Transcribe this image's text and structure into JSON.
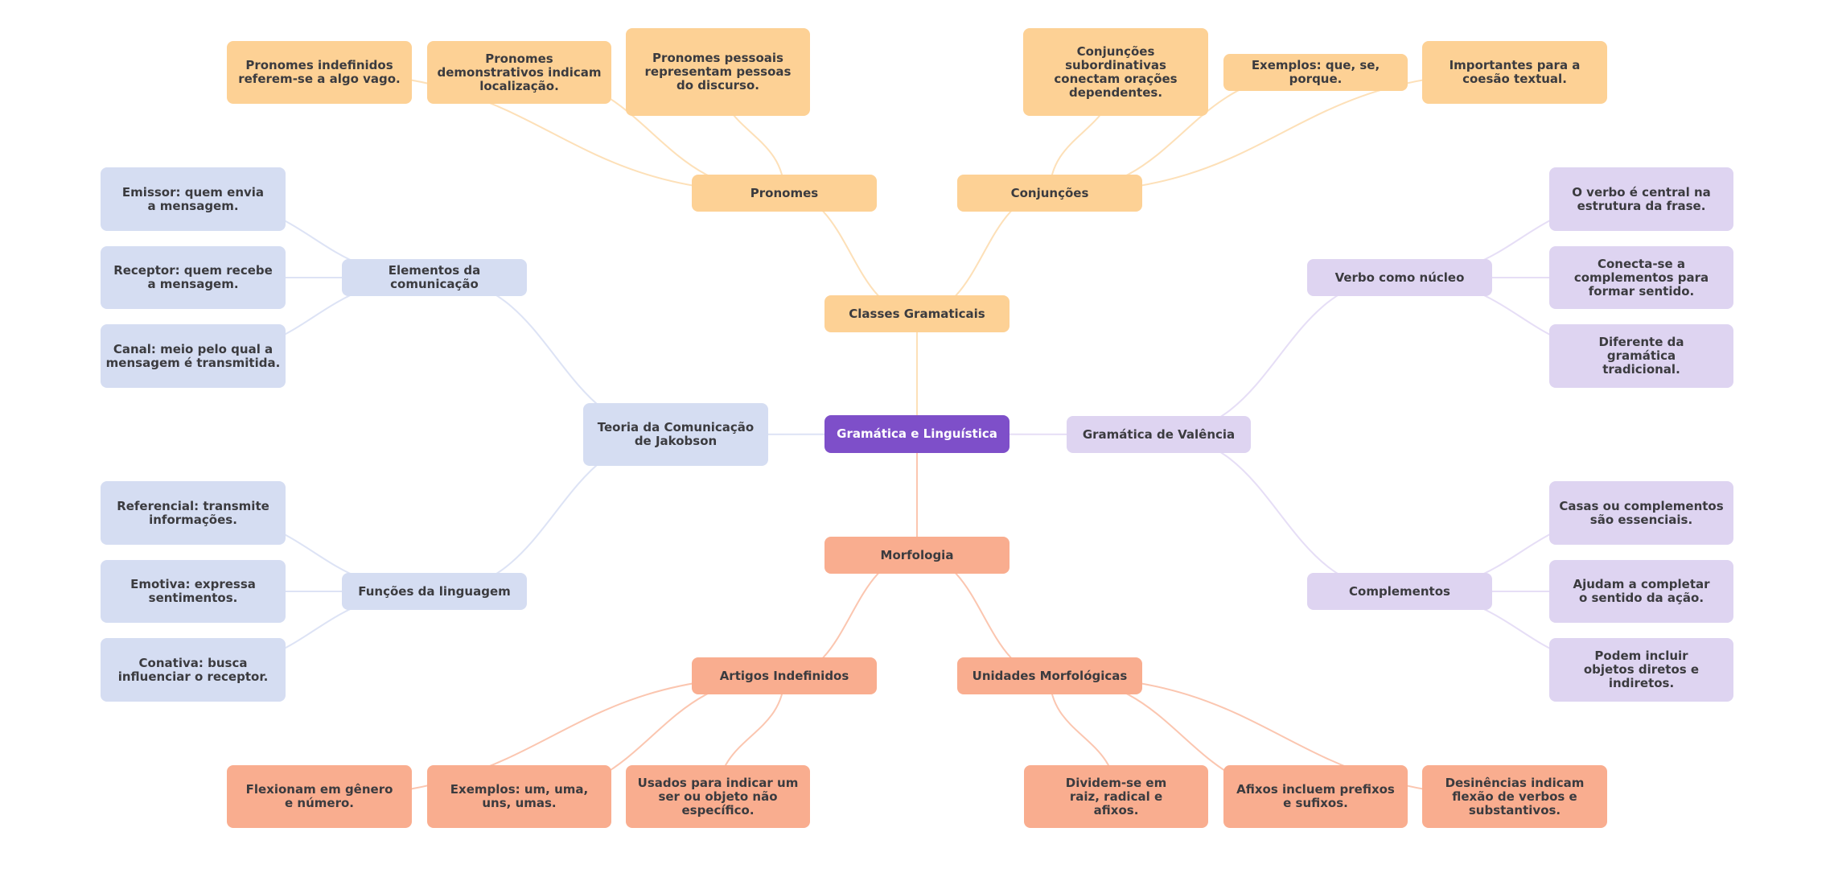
{
  "diagram": {
    "type": "mind-map",
    "colors": {
      "root": "#7e4fc9",
      "classes": "#fdd195",
      "morfologia": "#f9ad8f",
      "comunicacao": "#d5ddf2",
      "valencia": "#ded4f1",
      "edge_classes": "#fde0b8",
      "edge_morfologia": "#fbc6b0",
      "edge_comunicacao": "#dde3f5",
      "edge_valencia": "#e6def6"
    },
    "root": {
      "id": "root",
      "label": "Gramática e Linguística"
    },
    "nodes": [
      {
        "id": "classes",
        "parent": "root",
        "label": "Classes Gramaticais",
        "branch": "classes"
      },
      {
        "id": "pronomes",
        "parent": "classes",
        "label": "Pronomes",
        "branch": "classes"
      },
      {
        "id": "pron-indef",
        "parent": "pronomes",
        "label": "Pronomes indefinidos referem-se a algo vago.",
        "branch": "classes"
      },
      {
        "id": "pron-dem",
        "parent": "pronomes",
        "label": "Pronomes demonstrativos indicam localização.",
        "branch": "classes"
      },
      {
        "id": "pron-pess",
        "parent": "pronomes",
        "label": "Pronomes pessoais representam pessoas do discurso.",
        "branch": "classes"
      },
      {
        "id": "conjuncoes",
        "parent": "classes",
        "label": "Conjunções",
        "branch": "classes"
      },
      {
        "id": "conj-sub",
        "parent": "conjuncoes",
        "label": "Conjunções subordinativas conectam orações dependentes.",
        "branch": "classes"
      },
      {
        "id": "conj-ex",
        "parent": "conjuncoes",
        "label": "Exemplos: que, se, porque.",
        "branch": "classes"
      },
      {
        "id": "conj-imp",
        "parent": "conjuncoes",
        "label": "Importantes para a coesão textual.",
        "branch": "classes"
      },
      {
        "id": "teoria",
        "parent": "root",
        "label": "Teoria da Comunicação de Jakobson",
        "branch": "comunicacao"
      },
      {
        "id": "elementos",
        "parent": "teoria",
        "label": "Elementos da comunicação",
        "branch": "comunicacao"
      },
      {
        "id": "el-emissor",
        "parent": "elementos",
        "label": "Emissor: quem envia a mensagem.",
        "branch": "comunicacao"
      },
      {
        "id": "el-receptor",
        "parent": "elementos",
        "label": "Receptor: quem recebe a mensagem.",
        "branch": "comunicacao"
      },
      {
        "id": "el-canal",
        "parent": "elementos",
        "label": "Canal: meio pelo qual a mensagem é transmitida.",
        "branch": "comunicacao"
      },
      {
        "id": "funcoes",
        "parent": "teoria",
        "label": "Funções da linguagem",
        "branch": "comunicacao"
      },
      {
        "id": "fn-ref",
        "parent": "funcoes",
        "label": "Referencial: transmite informações.",
        "branch": "comunicacao"
      },
      {
        "id": "fn-emo",
        "parent": "funcoes",
        "label": "Emotiva: expressa sentimentos.",
        "branch": "comunicacao"
      },
      {
        "id": "fn-con",
        "parent": "funcoes",
        "label": "Conativa: busca influenciar o receptor.",
        "branch": "comunicacao"
      },
      {
        "id": "valencia",
        "parent": "root",
        "label": "Gramática de Valência",
        "branch": "valencia"
      },
      {
        "id": "verbo",
        "parent": "valencia",
        "label": "Verbo como núcleo",
        "branch": "valencia"
      },
      {
        "id": "vb-central",
        "parent": "verbo",
        "label": "O verbo é central na estrutura da frase.",
        "branch": "valencia"
      },
      {
        "id": "vb-conecta",
        "parent": "verbo",
        "label": "Conecta-se a complementos para formar sentido.",
        "branch": "valencia"
      },
      {
        "id": "vb-dif",
        "parent": "verbo",
        "label": "Diferente da gramática tradicional.",
        "branch": "valencia"
      },
      {
        "id": "complementos",
        "parent": "valencia",
        "label": "Complementos",
        "branch": "valencia"
      },
      {
        "id": "cp-casas",
        "parent": "complementos",
        "label": "Casas ou complementos são essenciais.",
        "branch": "valencia"
      },
      {
        "id": "cp-ajudam",
        "parent": "complementos",
        "label": "Ajudam a completar o sentido da ação.",
        "branch": "valencia"
      },
      {
        "id": "cp-podem",
        "parent": "complementos",
        "label": "Podem incluir objetos diretos e indiretos.",
        "branch": "valencia"
      },
      {
        "id": "morfologia",
        "parent": "root",
        "label": "Morfologia",
        "branch": "morfologia"
      },
      {
        "id": "artigos",
        "parent": "morfologia",
        "label": "Artigos Indefinidos",
        "branch": "morfologia"
      },
      {
        "id": "art-flex",
        "parent": "artigos",
        "label": "Flexionam em gênero e número.",
        "branch": "morfologia"
      },
      {
        "id": "art-ex",
        "parent": "artigos",
        "label": "Exemplos: um, uma, uns, umas.",
        "branch": "morfologia"
      },
      {
        "id": "art-usados",
        "parent": "artigos",
        "label": "Usados para indicar um ser ou objeto não específico.",
        "branch": "morfologia"
      },
      {
        "id": "unidades",
        "parent": "morfologia",
        "label": "Unidades Morfológicas",
        "branch": "morfologia"
      },
      {
        "id": "un-dividem",
        "parent": "unidades",
        "label": "Dividem-se em raiz, radical e afixos.",
        "branch": "morfologia"
      },
      {
        "id": "un-afixos",
        "parent": "unidades",
        "label": "Afixos incluem prefixos e sufixos.",
        "branch": "morfologia"
      },
      {
        "id": "un-desin",
        "parent": "unidades",
        "label": "Desinências indicam flexão de verbos e substantivos.",
        "branch": "morfologia"
      }
    ]
  }
}
